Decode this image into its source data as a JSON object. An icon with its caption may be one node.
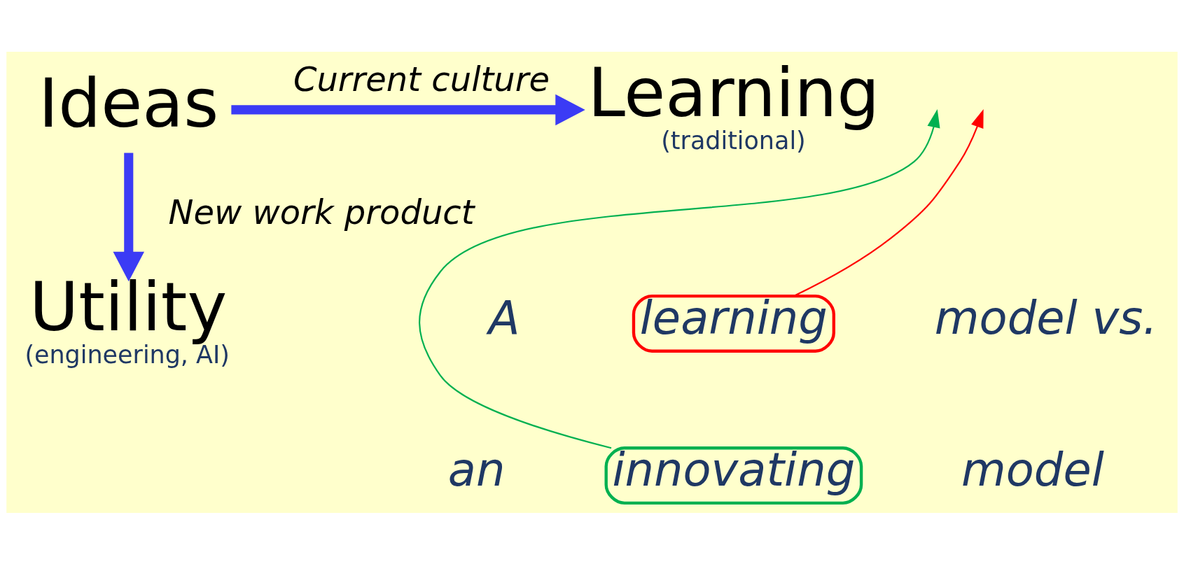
{
  "diagram": {
    "nodes": [
      {
        "text": [
          "Ideas"
        ]
      },
      {
        "text": [
          "Learning"
        ],
        "beside": [
          "(traditional)"
        ]
      },
      {
        "text": [
          "Utility"
        ],
        "beside": [
          "(engineering, AI)"
        ]
      },
      {
        "text": [
          "learning"
        ]
      },
      {
        "text": [
          "innovating"
        ]
      }
    ],
    "edges": [
      {
        "from": 0,
        "to": 1,
        "arrow": "to",
        "label": "Current culture",
        "style": "thick",
        "color": "#3b3bf5"
      },
      {
        "from": 0,
        "to": 2,
        "arrow": "to",
        "label": "New work product",
        "style": "thick",
        "color": "#3b3bf5"
      },
      {
        "from": 3,
        "to": null,
        "arrow": "to",
        "color": "#ff0000"
      },
      {
        "from": 4,
        "to": null,
        "arrow": "to",
        "color": "#00b050"
      }
    ],
    "labels": [
      "A",
      "model vs.",
      "an",
      "model"
    ]
  }
}
